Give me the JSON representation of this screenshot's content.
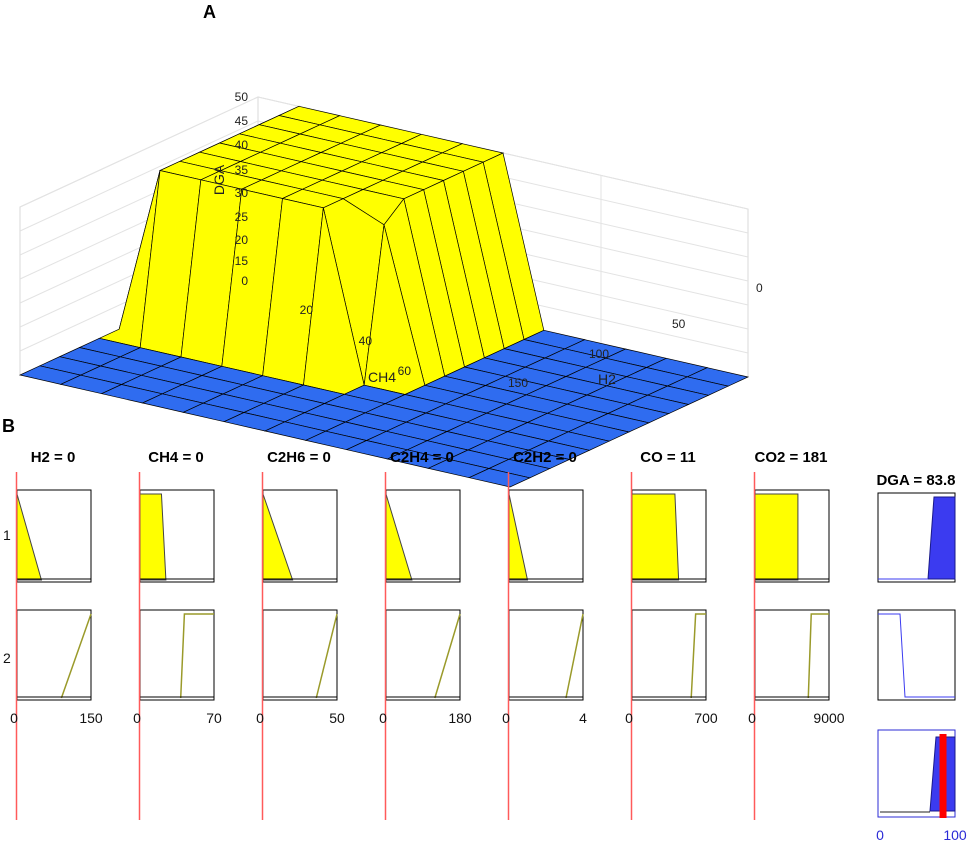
{
  "panel_a": {
    "letter": "A",
    "chart_data": {
      "type": "surface3d",
      "zlabel": "DGA",
      "xlabel": "CH4",
      "ylabel": "H2",
      "z_ticks": [
        "50",
        "45",
        "40",
        "35",
        "30",
        "25",
        "20",
        "15",
        "0"
      ],
      "ch4_ticks": [
        "20",
        "40",
        "60"
      ],
      "h2_ticks": [
        "0",
        "50",
        "100",
        "150"
      ],
      "low_value": 15,
      "high_value": 50,
      "colors": {
        "low": "#2f6cf0",
        "high": "#ffff00"
      }
    }
  },
  "panel_b": {
    "letter": "B",
    "inputs": [
      {
        "title": "H2 = 0",
        "min": "0",
        "max": "150"
      },
      {
        "title": "CH4 = 0",
        "min": "0",
        "max": "70"
      },
      {
        "title": "C2H6 = 0",
        "min": "0",
        "max": "50"
      },
      {
        "title": "C2H4 = 0",
        "min": "0",
        "max": "180"
      },
      {
        "title": "C2H2 = 0",
        "min": "0",
        "max": "4"
      },
      {
        "title": "CO = 11",
        "min": "0",
        "max": "700"
      },
      {
        "title": "CO2 = 181",
        "min": "0",
        "max": "9000"
      }
    ],
    "output": {
      "title": "DGA = 83.8",
      "min": "0",
      "max": "100",
      "value": 83.8
    },
    "rules": [
      "1",
      "2"
    ],
    "colors": {
      "fill": "#ffff00",
      "output_fill": "#3b3bf0",
      "cursor": "#ff0000"
    }
  }
}
